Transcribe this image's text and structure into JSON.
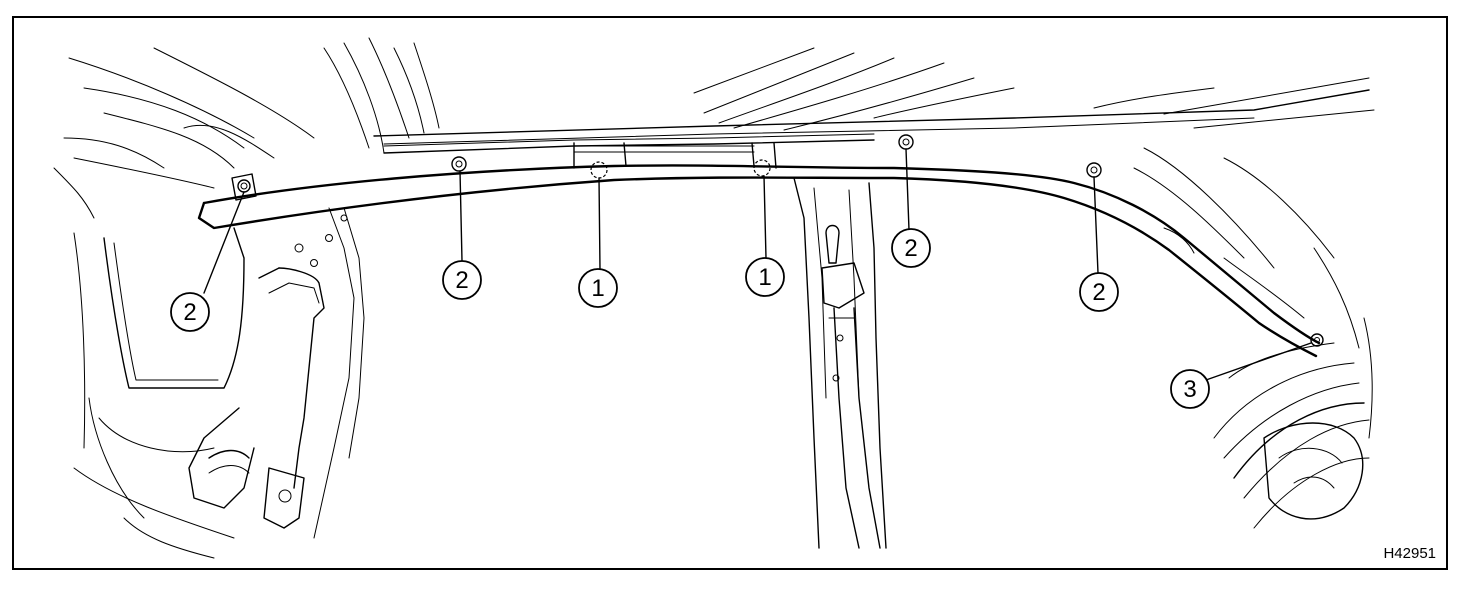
{
  "figure": {
    "id_label": "H42951"
  },
  "callouts": [
    {
      "id": "c-front",
      "number": "2"
    },
    {
      "id": "c-mid-left",
      "number": "2"
    },
    {
      "id": "c-clip-left",
      "number": "1"
    },
    {
      "id": "c-clip-right",
      "number": "1"
    },
    {
      "id": "c-center",
      "number": "2"
    },
    {
      "id": "c-rear",
      "number": "2"
    },
    {
      "id": "c-bolt-end",
      "number": "3"
    }
  ]
}
